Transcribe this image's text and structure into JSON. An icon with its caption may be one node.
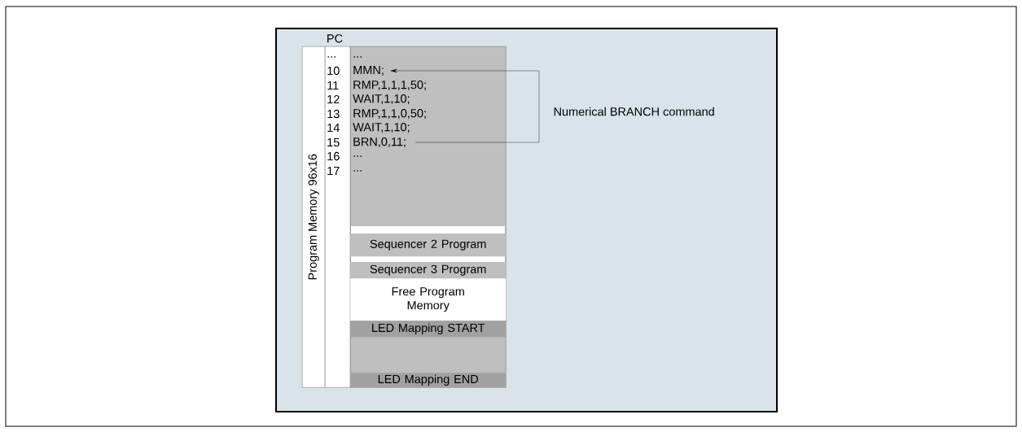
{
  "diagram": {
    "nodes": [
      {
        "text": [],
        "shape": "box"
      },
      {
        "text": [
          "Program Memory 96x16"
        ],
        "in": 0
      },
      {
        "text": [
          "PC"
        ],
        "in": 0
      },
      {
        "text": [],
        "shape": "box",
        "in": 0
      },
      {
        "text": [
          "..."
        ],
        "in": 3
      },
      {
        "text": [
          "MMN;"
        ],
        "in": 3
      },
      {
        "text": [
          "RMP,1,1,1,50;"
        ],
        "in": 3
      },
      {
        "text": [
          "WAIT,1,10;"
        ],
        "in": 3
      },
      {
        "text": [
          "RMP,1,1,0,50;"
        ],
        "in": 3
      },
      {
        "text": [
          "WAIT,1,10;"
        ],
        "in": 3
      },
      {
        "text": [
          "BRN,0,11;"
        ],
        "in": 3
      },
      {
        "text": [
          "..."
        ],
        "in": 3
      },
      {
        "text": [
          "..."
        ],
        "in": 3
      },
      {
        "text": [
          "Sequencer 2 Program"
        ],
        "in": 3
      },
      {
        "text": [
          "Sequencer 3 Program"
        ],
        "in": 3
      },
      {
        "text": [
          "Free Program Memory"
        ],
        "in": 3
      },
      {
        "text": [
          "LED Mapping START"
        ],
        "in": 3
      },
      {
        "text": [
          "LED Mapping END"
        ],
        "in": 3
      }
    ],
    "edges": [
      {
        "from": 10,
        "to": 5,
        "arrow": "to",
        "label": "Numerical BRANCH command"
      }
    ],
    "labels": [
      "...",
      "10",
      "11",
      "12",
      "13",
      "14",
      "15",
      "16",
      "17"
    ]
  }
}
